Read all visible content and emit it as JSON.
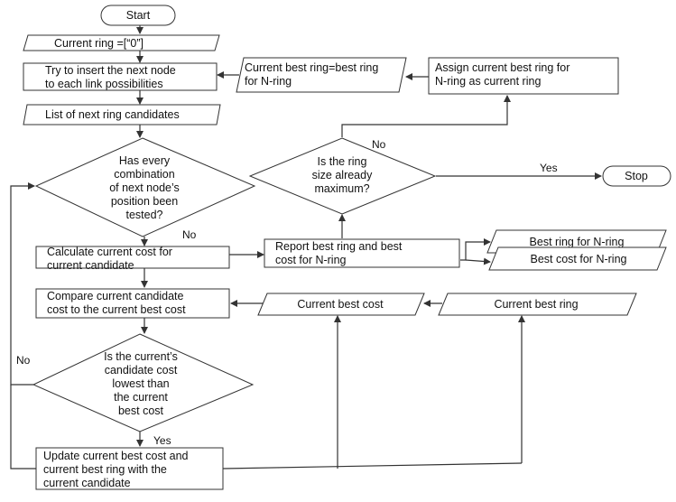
{
  "nodes": {
    "start": [
      "Start"
    ],
    "init_ring": [
      "Current ring =[“0”]"
    ],
    "try_insert": [
      "Try to insert the next node",
      "to each link possibilities"
    ],
    "list_candidates": [
      "List of next ring candidates"
    ],
    "tested_decision": [
      "Has every",
      "combination",
      "of next node’s",
      "position been",
      "tested?"
    ],
    "calc_cost": [
      "Calculate current cost for",
      "current candidate"
    ],
    "compare_cost": [
      "Compare current candidate",
      "cost to the current best cost"
    ],
    "lowest_decision": [
      "Is the current’s",
      "candidate cost",
      "lowest than",
      "the current",
      "best cost"
    ],
    "update_best": [
      "Update current best cost and",
      "current best ring with the",
      "current candidate"
    ],
    "report_best": [
      "Report best ring and best",
      "cost for N-ring"
    ],
    "ring_max_decision": [
      "Is the ring",
      "size already",
      "maximum?"
    ],
    "stop": [
      "Stop"
    ],
    "best_ring_n": [
      "Best ring for N-ring"
    ],
    "best_cost_n": [
      "Best cost for N-ring"
    ],
    "current_best_cost": [
      "Current best cost"
    ],
    "current_best_ring": [
      "Current best ring"
    ],
    "assign_ring": [
      "Assign current best ring for",
      "N-ring as current ring"
    ],
    "current_best_ring_eq": [
      "Current best ring=best ring",
      "for N-ring"
    ]
  },
  "edge_labels": {
    "no_tested": "No",
    "no_ring_max": "No",
    "yes_ring_max": "Yes",
    "no_lowest": "No",
    "yes_lowest": "Yes"
  }
}
